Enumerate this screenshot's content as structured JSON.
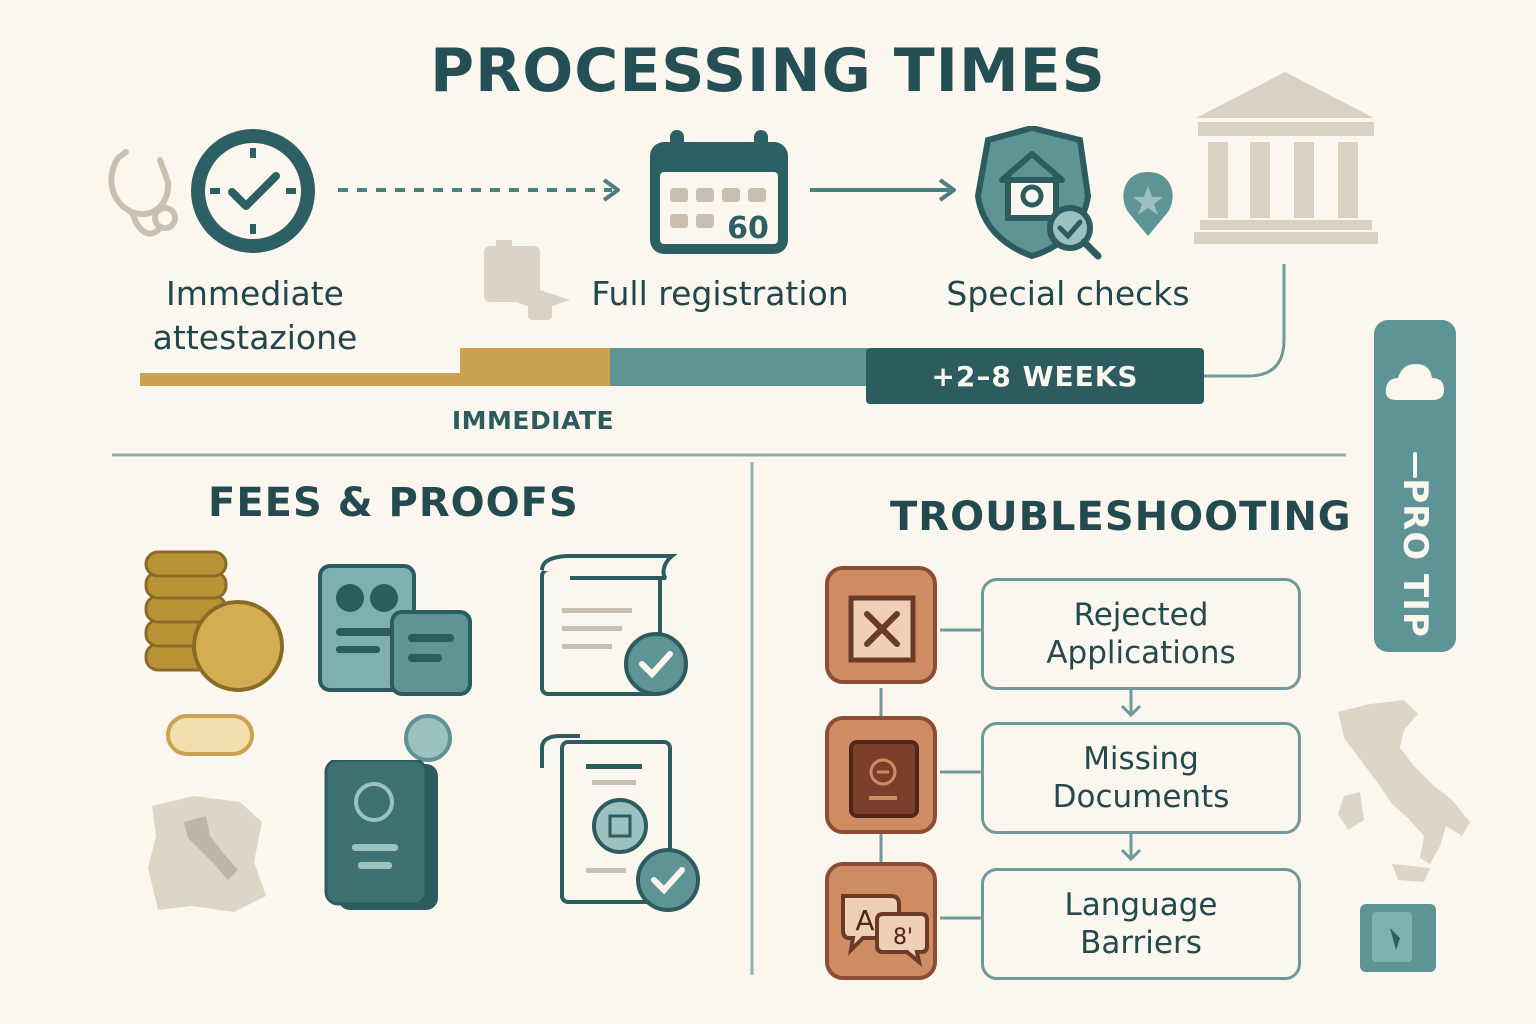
{
  "title": "PROCESSING TIMES",
  "steps": [
    {
      "label": "Immediate attestazione",
      "icon": "clock-check-icon"
    },
    {
      "label": "Full registration",
      "icon": "calendar-icon"
    },
    {
      "label": "Special checks",
      "icon": "shield-house-icon"
    }
  ],
  "calendar_number": "60",
  "timeline": {
    "segments": [
      {
        "color": "#cba24f",
        "meaning": "immediate"
      },
      {
        "color": "#5e9495",
        "meaning": "full registration"
      },
      {
        "color": "#2d5c60",
        "meaning": "special checks"
      }
    ],
    "weeks_label": "+2–8 WEEKS",
    "immediate_label": "IMMEDIATE"
  },
  "fees": {
    "title": "FEES & PROOFS",
    "icons": [
      "coins-icon",
      "pill-icon",
      "italy-map-icon",
      "id-card-icon",
      "passport-icon",
      "document-check-icon",
      "certificate-check-icon"
    ]
  },
  "troubleshooting": {
    "title": "TROUBLESHOOTING",
    "items": [
      {
        "label": "Rejected Applications",
        "icon": "x-mark-icon"
      },
      {
        "label": "Missing Documents",
        "icon": "passport-book-icon"
      },
      {
        "label": "Language Barriers",
        "icon": "translate-bubbles-icon"
      }
    ],
    "translate_glyphs": [
      "A",
      "8'"
    ]
  },
  "pro_tip": {
    "label": "PRO TIP",
    "icon": "cloud-icon"
  },
  "colors": {
    "background": "#fbf7ef",
    "teal_dark": "#245055",
    "teal": "#5e9495",
    "gold": "#cba24f",
    "terracotta": "#cf8c63"
  }
}
